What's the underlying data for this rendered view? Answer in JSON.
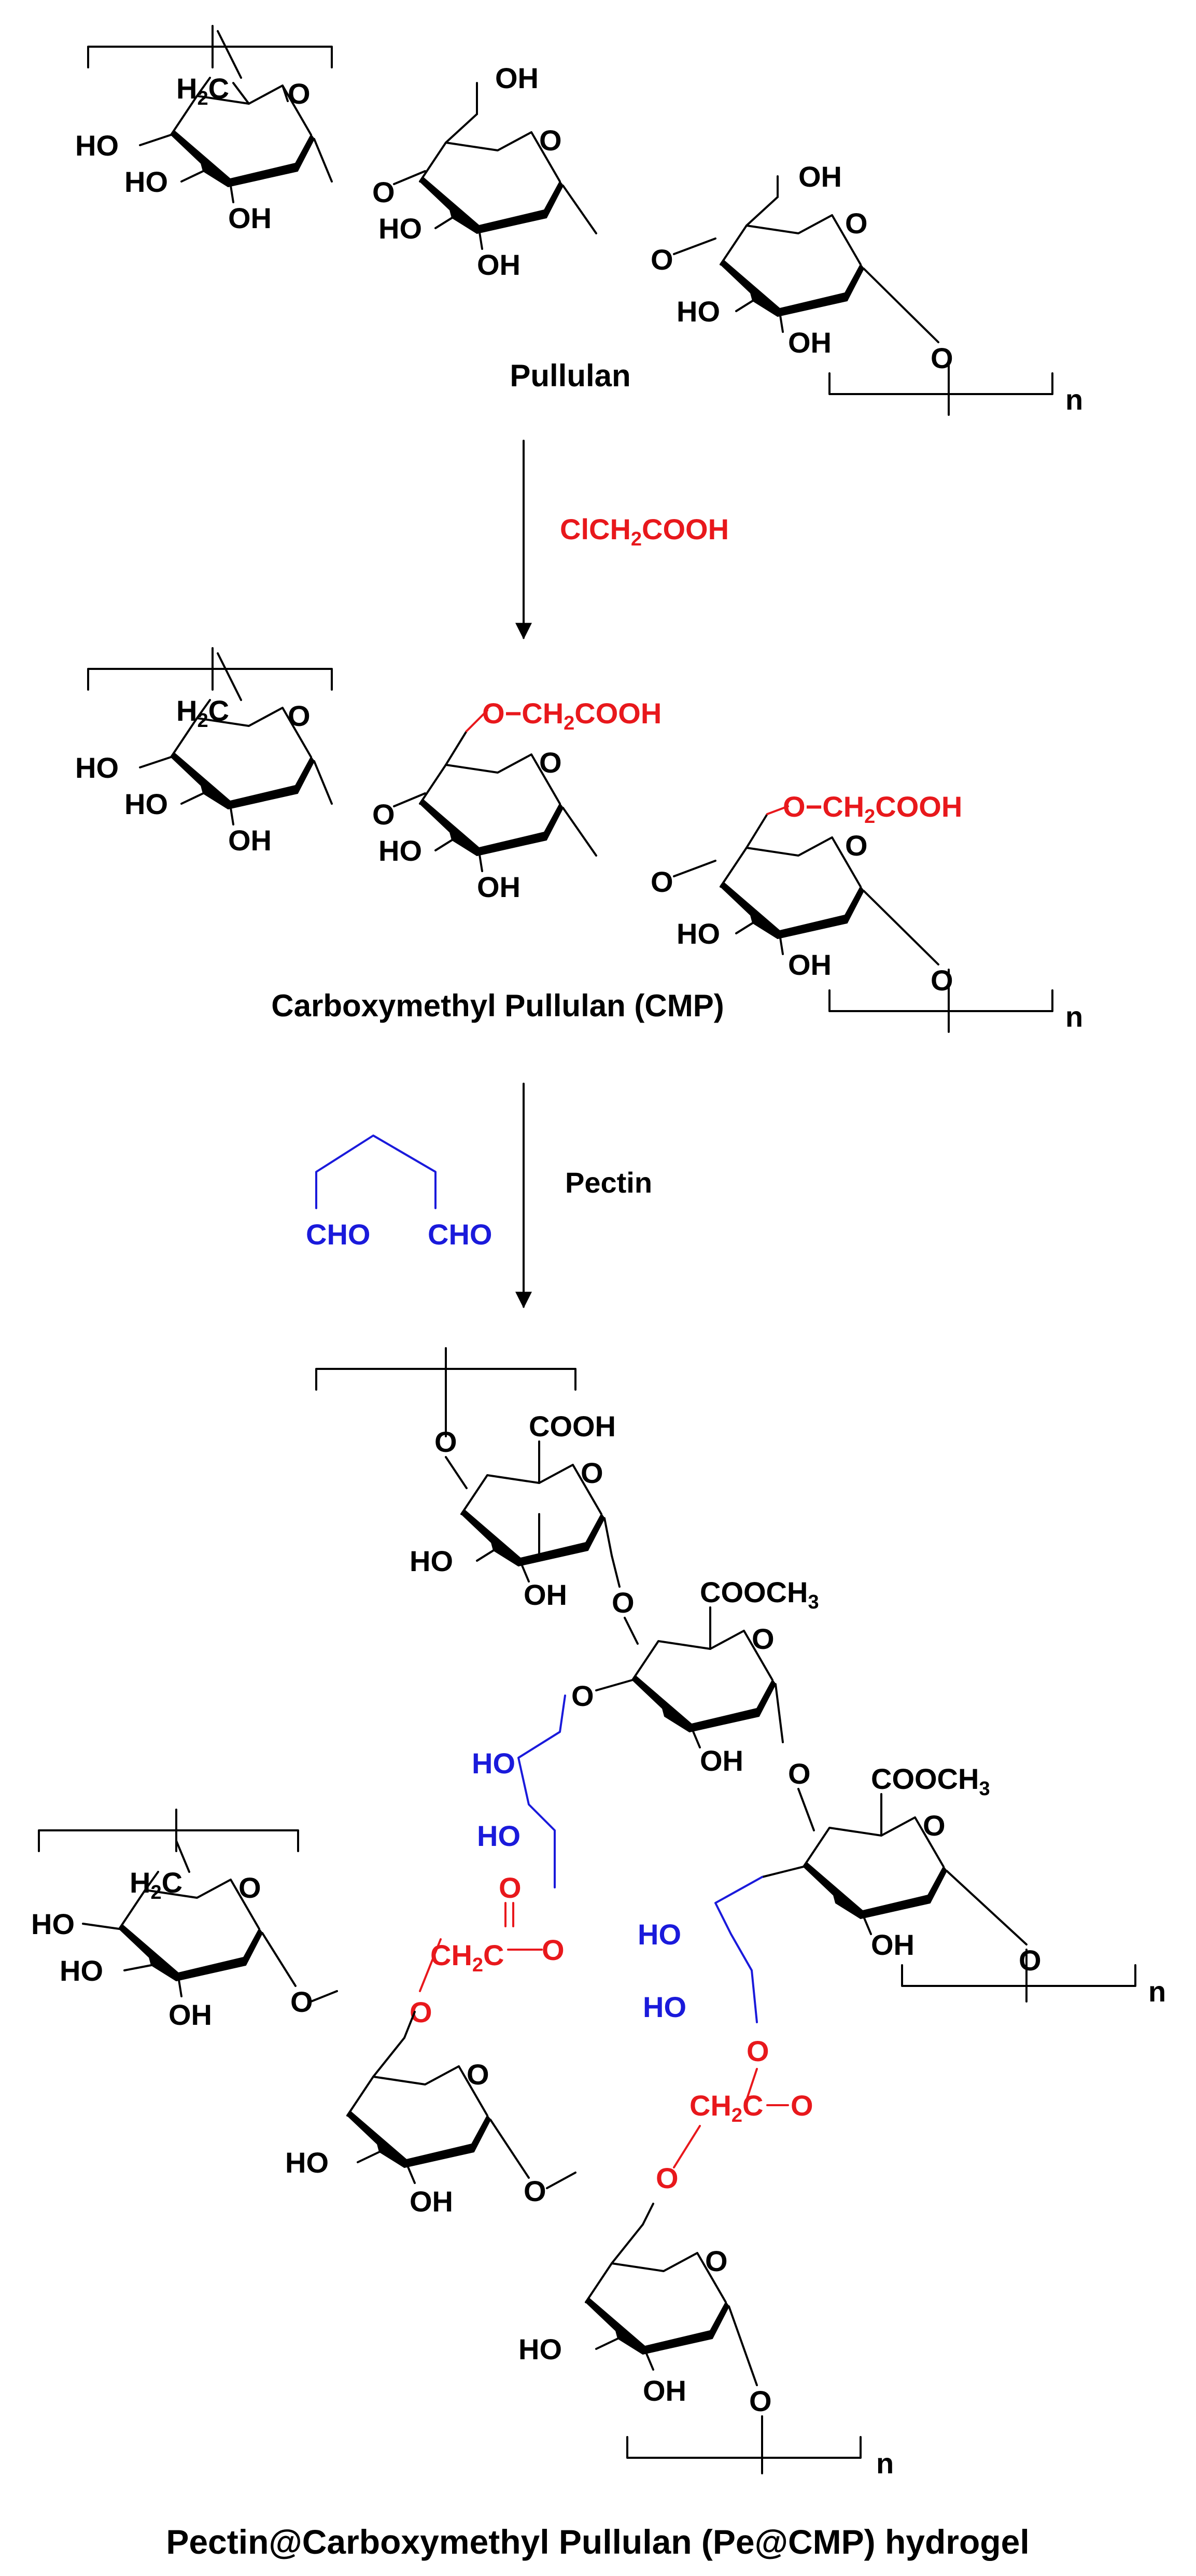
{
  "labels": {
    "pullulan": "Pullulan",
    "cmp": "Carboxymethyl Pullulan (CMP)",
    "final": "Pectin@Carboxymethyl Pullulan (Pe@CMP) hydrogel",
    "reagent1": "ClCH2COOH",
    "reagent2": "Pectin",
    "dialdehyde_left": "CHO",
    "dialdehyde_right": "CHO",
    "repeat": "n"
  },
  "groups": {
    "ho": "HO",
    "oh": "OH",
    "o": "O",
    "h2c": "H2C",
    "cooh": "COOH",
    "coomethyl": "COOCH3",
    "carboxymethyl_ether": "O−CH2COOH",
    "ch2c_ester": "CH2C",
    "carbonyl_o": "O"
  },
  "colors": {
    "bond": "#000000",
    "carboxymethyl": "#e8181c",
    "pectin_crosslink": "#1a1adb"
  }
}
